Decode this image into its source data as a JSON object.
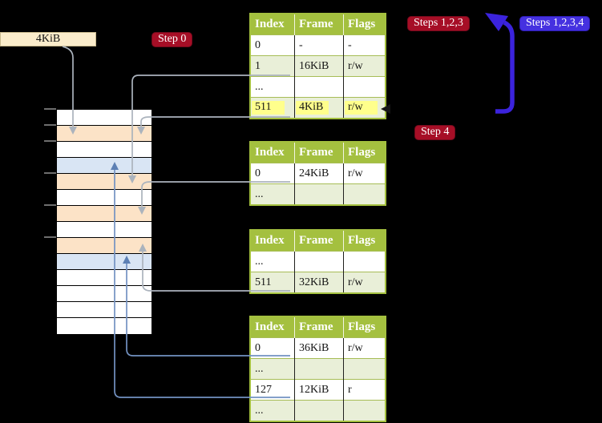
{
  "palette": {
    "olive": "#a4c03f",
    "palegreen": "#e9efd8",
    "yellow": "#ffff8c",
    "peach": "#fce3c7",
    "bluerow": "#d9e5f4",
    "wheat": "#faeccb",
    "crimson": "#a60e26",
    "violet": "#4531e0",
    "arrowgray": "#abb3bd",
    "arrowblue": "#7392c2",
    "arrowviolet": "#3b23dd",
    "ink": "#141414"
  },
  "cr3_box": {
    "label": "4KiB"
  },
  "badges": {
    "step0": "Step 0",
    "steps123": "Steps 1,2,3",
    "steps1234": "Steps 1,2,3,4",
    "step4": "Step 4"
  },
  "table_headers": [
    "Index",
    "Frame",
    "Flags"
  ],
  "tables": {
    "l4": {
      "rows": [
        [
          "0",
          "-",
          "-"
        ],
        [
          "1",
          "16KiB",
          "r/w"
        ],
        [
          "...",
          "",
          ""
        ],
        [
          "511",
          "4KiB",
          "r/w"
        ]
      ]
    },
    "l3": {
      "rows": [
        [
          "0",
          "24KiB",
          "r/w"
        ],
        [
          "...",
          "",
          ""
        ]
      ]
    },
    "l2": {
      "rows": [
        [
          "...",
          "",
          ""
        ],
        [
          "511",
          "32KiB",
          "r/w"
        ]
      ]
    },
    "l1": {
      "rows": [
        [
          "0",
          "36KiB",
          "r/w"
        ],
        [
          "...",
          "",
          ""
        ],
        [
          "127",
          "12KiB",
          "r"
        ],
        [
          "...",
          "",
          ""
        ]
      ]
    }
  },
  "memory": {
    "rows": [
      "white",
      "peach",
      "white",
      "blue",
      "peach",
      "white",
      "peach",
      "white",
      "peach",
      "blue",
      "white",
      "white",
      "white",
      "white"
    ]
  }
}
